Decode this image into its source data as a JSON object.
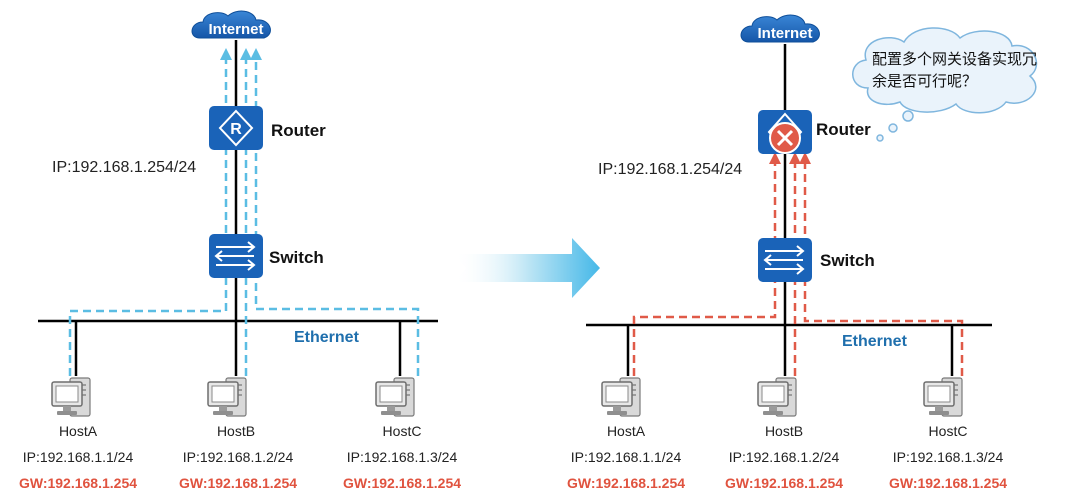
{
  "colors": {
    "device_blue": "#1a63b8",
    "path_left": "#5bbde3",
    "path_right": "#e05a48",
    "ethernet_text": "#1f6fad",
    "gateway_text": "#e0533f"
  },
  "icons": {
    "cloud": "cloud-icon",
    "router": "router-icon",
    "switch": "switch-icon",
    "host": "desktop-computer-icon",
    "failed": "failure-x-icon",
    "transition": "arrow-right-icon"
  },
  "left": {
    "internet": "Internet",
    "router": "Router",
    "router_ip": "IP:192.168.1.254/24",
    "switch": "Switch",
    "ethernet": "Ethernet",
    "hosts": [
      {
        "name": "HostA",
        "ip": "IP:192.168.1.1/24",
        "gw": "GW:192.168.1.254"
      },
      {
        "name": "HostB",
        "ip": "IP:192.168.1.2/24",
        "gw": "GW:192.168.1.254"
      },
      {
        "name": "HostC",
        "ip": "IP:192.168.1.3/24",
        "gw": "GW:192.168.1.254"
      }
    ]
  },
  "right": {
    "internet": "Internet",
    "router": "Router",
    "router_ip": "IP:192.168.1.254/24",
    "switch": "Switch",
    "ethernet": "Ethernet",
    "thought_line1": "配置多个网关设备实现冗",
    "thought_line2": "余是否可行呢？",
    "hosts": [
      {
        "name": "HostA",
        "ip": "IP:192.168.1.1/24",
        "gw": "GW:192.168.1.254"
      },
      {
        "name": "HostB",
        "ip": "IP:192.168.1.2/24",
        "gw": "GW:192.168.1.254"
      },
      {
        "name": "HostC",
        "ip": "IP:192.168.1.3/24",
        "gw": "GW:192.168.1.254"
      }
    ]
  }
}
